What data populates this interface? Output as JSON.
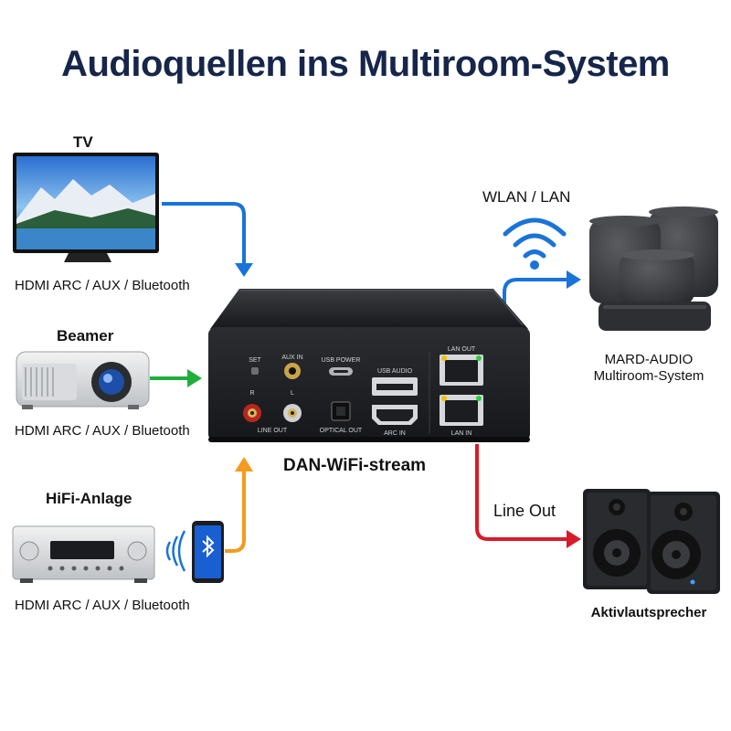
{
  "title": "Audioquellen ins Multiroom-System",
  "sources": [
    {
      "name": "TV",
      "connection": "HDMI ARC / AUX / Bluetooth"
    },
    {
      "name": "Beamer",
      "connection": "HDMI ARC / AUX / Bluetooth"
    },
    {
      "name": "HiFi-Anlage",
      "connection": "HDMI ARC / AUX / Bluetooth"
    }
  ],
  "device": {
    "name": "DAN-WiFi-stream",
    "ports": {
      "set": "SET",
      "aux_in": "AUX IN",
      "usb_power": "USB POWER",
      "usb_audio": "USB AUDIO",
      "lan_out": "LAN OUT",
      "lan_in": "LAN IN",
      "r": "R",
      "l": "L",
      "line_out": "LINE OUT",
      "optical_out": "OPTICAL OUT",
      "arc_in": "ARC IN"
    }
  },
  "outputs": {
    "wifi_label": "WLAN / LAN",
    "multiroom_label_1": "MARD-AUDIO",
    "multiroom_label_2": "Multiroom-System",
    "line_out_label": "Line Out",
    "speakers_label": "Aktivlautsprecher"
  },
  "colors": {
    "title": "#16264a",
    "blue_arrow": "#1a73d9",
    "green_arrow": "#1fae3c",
    "orange_arrow": "#f59a1e",
    "red_arrow": "#d81b2a"
  },
  "icons": [
    "tv-icon",
    "projector-icon",
    "hifi-amplifier-icon",
    "smartphone-icon",
    "bluetooth-icon",
    "wifi-icon",
    "smart-speaker-icon",
    "studio-monitor-icon"
  ]
}
